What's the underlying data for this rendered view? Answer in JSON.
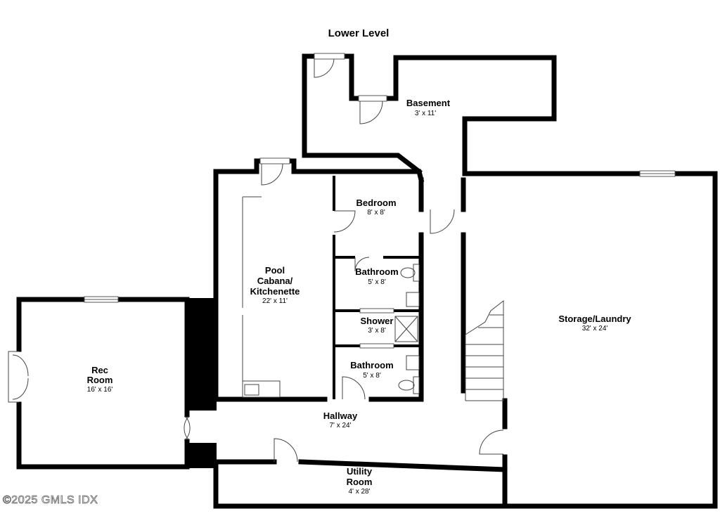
{
  "plan": {
    "title": "Lower Level",
    "watermark": "©2025 GMLS IDX",
    "rooms": {
      "basement": {
        "name": "Basement",
        "dims": "3' x 11'"
      },
      "bedroom": {
        "name": "Bedroom",
        "dims": "8' x 8'"
      },
      "pool_cabana": {
        "name_lines": [
          "Pool",
          "Cabana/",
          "Kitchenette"
        ],
        "dims": "22' x 11'"
      },
      "bathroom_upper": {
        "name": "Bathroom",
        "dims": "5' x 8'"
      },
      "shower": {
        "name": "Shower",
        "dims": "3' x 8'"
      },
      "bathroom_lower": {
        "name": "Bathroom",
        "dims": "5' x 8'"
      },
      "rec_room": {
        "name_lines": [
          "Rec",
          "Room"
        ],
        "dims": "16' x 16'"
      },
      "storage_laundry": {
        "name": "Storage/Laundry",
        "dims": "32' x 24'"
      },
      "hallway": {
        "name": "Hallway",
        "dims": "7' x 24'"
      },
      "utility_room": {
        "name_lines": [
          "Utility",
          "Room"
        ],
        "dims": "4' x 28'"
      }
    }
  }
}
